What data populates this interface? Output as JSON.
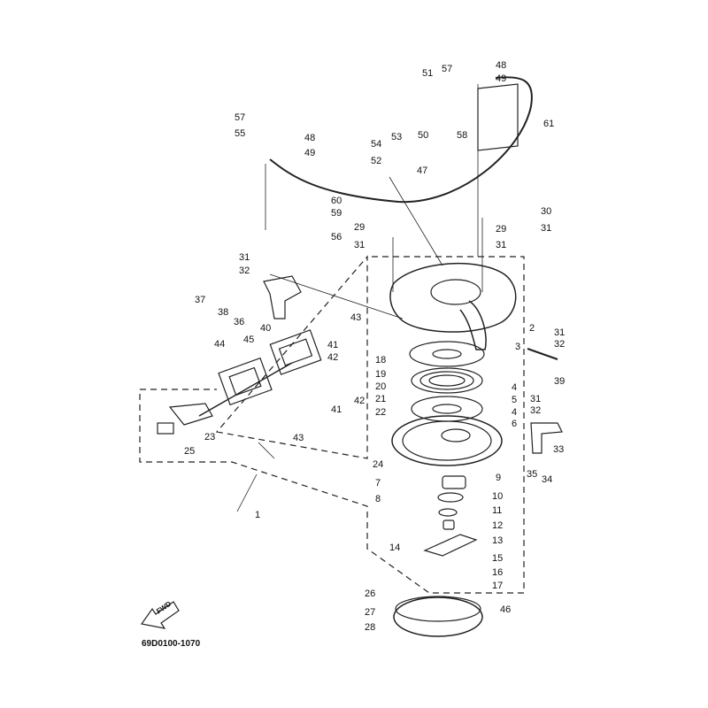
{
  "diagram": {
    "title": "Manual starter exploded parts diagram",
    "drawing_code": "69D0100-1070",
    "direction_marker": "FWD",
    "callouts": [
      {
        "id": "1",
        "label": "1"
      },
      {
        "id": "2",
        "label": "2"
      },
      {
        "id": "3",
        "label": "3"
      },
      {
        "id": "4a",
        "label": "4"
      },
      {
        "id": "4b",
        "label": "4"
      },
      {
        "id": "5",
        "label": "5"
      },
      {
        "id": "6",
        "label": "6"
      },
      {
        "id": "7",
        "label": "7"
      },
      {
        "id": "8",
        "label": "8"
      },
      {
        "id": "9",
        "label": "9"
      },
      {
        "id": "10",
        "label": "10"
      },
      {
        "id": "11",
        "label": "11"
      },
      {
        "id": "12",
        "label": "12"
      },
      {
        "id": "13",
        "label": "13"
      },
      {
        "id": "14",
        "label": "14"
      },
      {
        "id": "15",
        "label": "15"
      },
      {
        "id": "16",
        "label": "16"
      },
      {
        "id": "17",
        "label": "17"
      },
      {
        "id": "18",
        "label": "18"
      },
      {
        "id": "19",
        "label": "19"
      },
      {
        "id": "20",
        "label": "20"
      },
      {
        "id": "21",
        "label": "21"
      },
      {
        "id": "22",
        "label": "22"
      },
      {
        "id": "23",
        "label": "23"
      },
      {
        "id": "24",
        "label": "24"
      },
      {
        "id": "25",
        "label": "25"
      },
      {
        "id": "26",
        "label": "26"
      },
      {
        "id": "27",
        "label": "27"
      },
      {
        "id": "28",
        "label": "28"
      },
      {
        "id": "29a",
        "label": "29"
      },
      {
        "id": "29b",
        "label": "29"
      },
      {
        "id": "30",
        "label": "30"
      },
      {
        "id": "31a",
        "label": "31"
      },
      {
        "id": "31b",
        "label": "31"
      },
      {
        "id": "31c",
        "label": "31"
      },
      {
        "id": "31d",
        "label": "31"
      },
      {
        "id": "31e",
        "label": "31"
      },
      {
        "id": "31f",
        "label": "31"
      },
      {
        "id": "32a",
        "label": "32"
      },
      {
        "id": "32b",
        "label": "32"
      },
      {
        "id": "32c",
        "label": "32"
      },
      {
        "id": "33",
        "label": "33"
      },
      {
        "id": "34",
        "label": "34"
      },
      {
        "id": "35",
        "label": "35"
      },
      {
        "id": "36",
        "label": "36"
      },
      {
        "id": "37",
        "label": "37"
      },
      {
        "id": "38",
        "label": "38"
      },
      {
        "id": "39",
        "label": "39"
      },
      {
        "id": "40",
        "label": "40"
      },
      {
        "id": "41a",
        "label": "41"
      },
      {
        "id": "41b",
        "label": "41"
      },
      {
        "id": "42a",
        "label": "42"
      },
      {
        "id": "42b",
        "label": "42"
      },
      {
        "id": "43a",
        "label": "43"
      },
      {
        "id": "43b",
        "label": "43"
      },
      {
        "id": "44",
        "label": "44"
      },
      {
        "id": "45",
        "label": "45"
      },
      {
        "id": "46",
        "label": "46"
      },
      {
        "id": "47",
        "label": "47"
      },
      {
        "id": "48a",
        "label": "48"
      },
      {
        "id": "48b",
        "label": "48"
      },
      {
        "id": "49a",
        "label": "49"
      },
      {
        "id": "49b",
        "label": "49"
      },
      {
        "id": "50",
        "label": "50"
      },
      {
        "id": "51",
        "label": "51"
      },
      {
        "id": "52",
        "label": "52"
      },
      {
        "id": "53",
        "label": "53"
      },
      {
        "id": "54",
        "label": "54"
      },
      {
        "id": "55",
        "label": "55"
      },
      {
        "id": "56",
        "label": "56"
      },
      {
        "id": "57a",
        "label": "57"
      },
      {
        "id": "57b",
        "label": "57"
      },
      {
        "id": "58",
        "label": "58"
      },
      {
        "id": "59",
        "label": "59"
      },
      {
        "id": "60",
        "label": "60"
      },
      {
        "id": "61",
        "label": "61"
      }
    ]
  }
}
